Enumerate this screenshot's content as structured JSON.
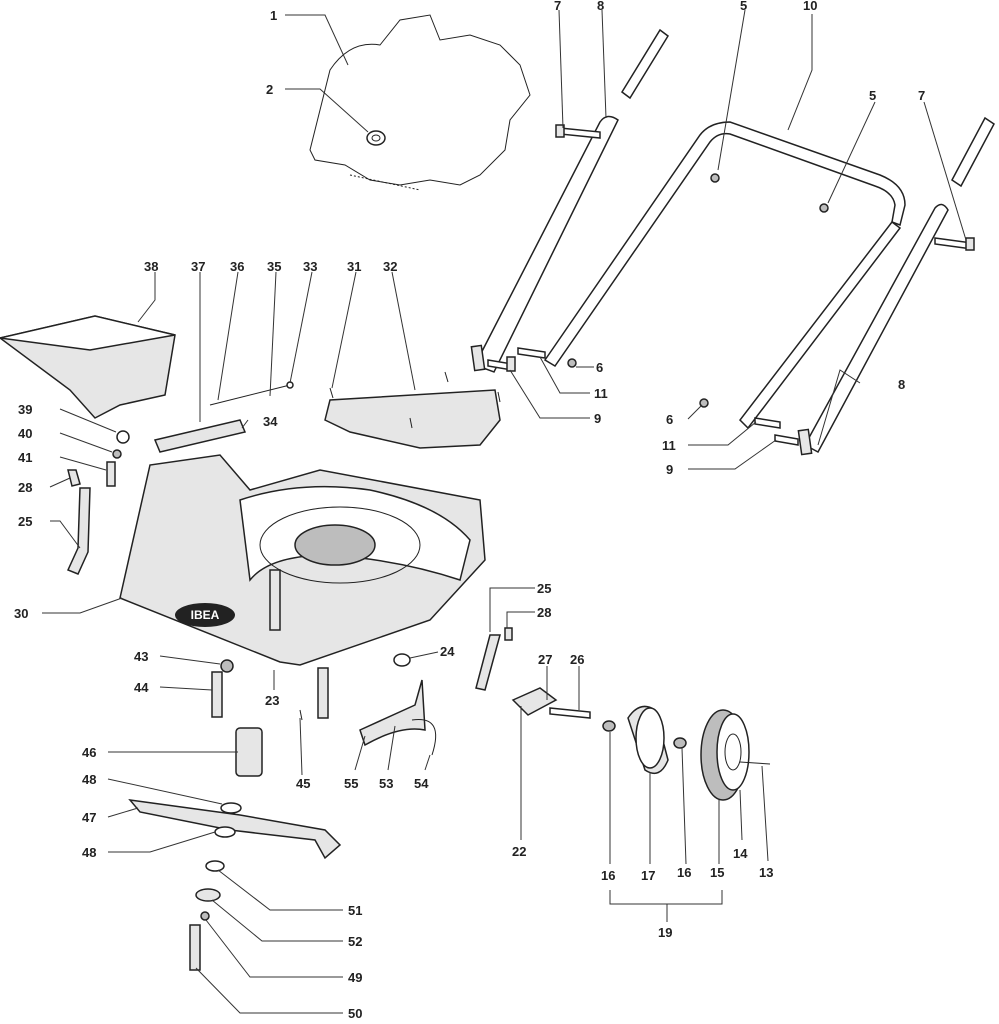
{
  "diagram": {
    "brand_logo": "IBEA",
    "colors": {
      "ink": "#222222",
      "paper": "#ffffff",
      "shade": "#e6e6e6"
    },
    "callouts": {
      "c1": "1",
      "c2": "2",
      "c7a": "7",
      "c8a": "8",
      "c5a": "5",
      "c10": "10",
      "c5b": "5",
      "c7b": "7",
      "c38": "38",
      "c37": "37",
      "c36": "36",
      "c35": "35",
      "c33": "33",
      "c31": "31",
      "c32": "32",
      "c6a": "6",
      "c11a": "11",
      "c9a": "9",
      "c8b": "8",
      "c39": "39",
      "c34": "34",
      "c40": "40",
      "c41": "41",
      "c28a": "28",
      "c25a": "25",
      "c6b": "6",
      "c11b": "11",
      "c9b": "9",
      "c30": "30",
      "c25b": "25",
      "c28b": "28",
      "c43": "43",
      "c24": "24",
      "c27": "27",
      "c26": "26",
      "c44": "44",
      "c23": "23",
      "c46": "46",
      "c45": "45",
      "c55": "55",
      "c53": "53",
      "c54": "54",
      "c48a": "48",
      "c47": "47",
      "c48b": "48",
      "c22": "22",
      "c14": "14",
      "c13": "13",
      "c16a": "16",
      "c17": "17",
      "c16b": "16",
      "c15": "15",
      "c19": "19",
      "c51": "51",
      "c52": "52",
      "c49": "49",
      "c50": "50"
    }
  }
}
